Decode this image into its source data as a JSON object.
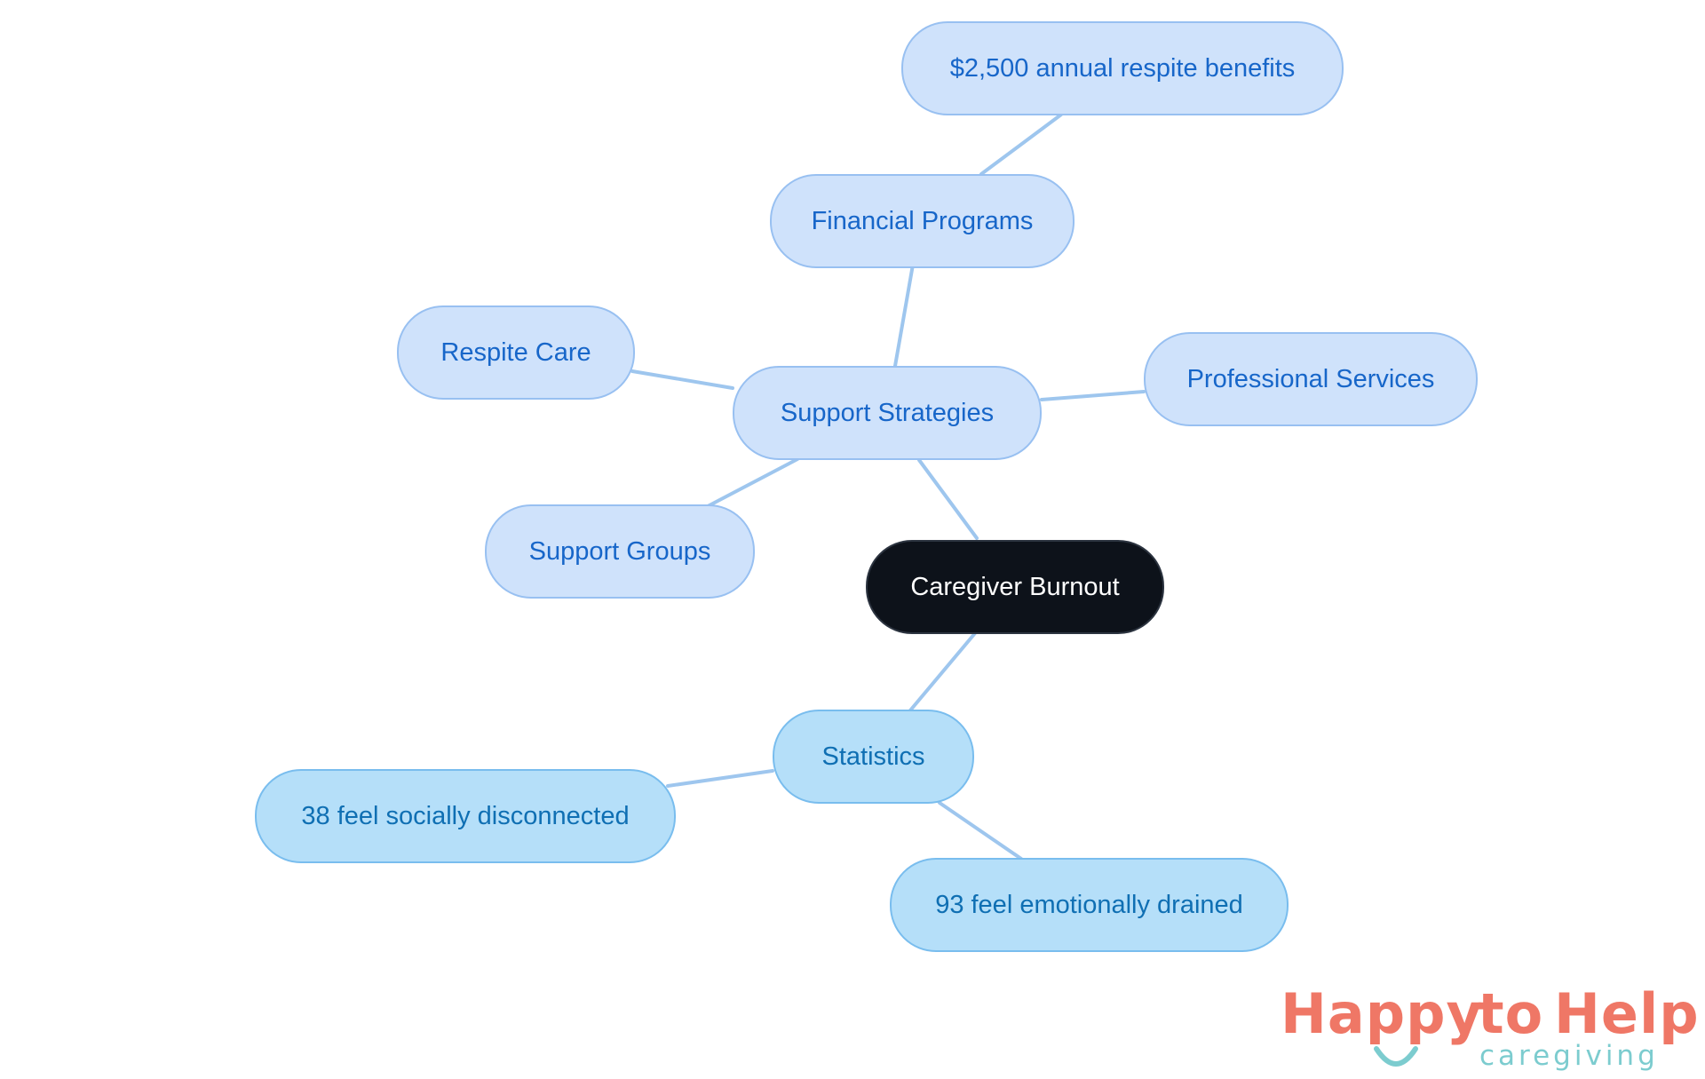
{
  "diagram": {
    "root": {
      "label": "Caregiver Burnout"
    },
    "support_strategies": {
      "label": "Support Strategies",
      "children": {
        "financial_programs": {
          "label": "Financial Programs",
          "children": {
            "respite_benefits": {
              "label": "$2,500 annual respite benefits"
            }
          }
        },
        "respite_care": {
          "label": "Respite Care"
        },
        "professional_services": {
          "label": "Professional Services"
        },
        "support_groups": {
          "label": "Support Groups"
        }
      }
    },
    "statistics": {
      "label": "Statistics",
      "children": {
        "socially_disconnected": {
          "label": "38 feel socially disconnected"
        },
        "emotionally_drained": {
          "label": "93 feel emotionally drained"
        }
      }
    },
    "colors": {
      "root_fill": "#0d121a",
      "strategy_fill": "#cfe2fb",
      "strategy_text": "#1766c9",
      "statistics_fill": "#b5dff9",
      "statistics_text": "#0f6fb3",
      "edge": "#8fc0ec"
    }
  },
  "logo": {
    "word_1": "Happy",
    "word_2": "to",
    "word_3": "Help",
    "tagline": "caregiving",
    "color_primary": "#ef7766",
    "color_secondary": "#7ccccf"
  }
}
